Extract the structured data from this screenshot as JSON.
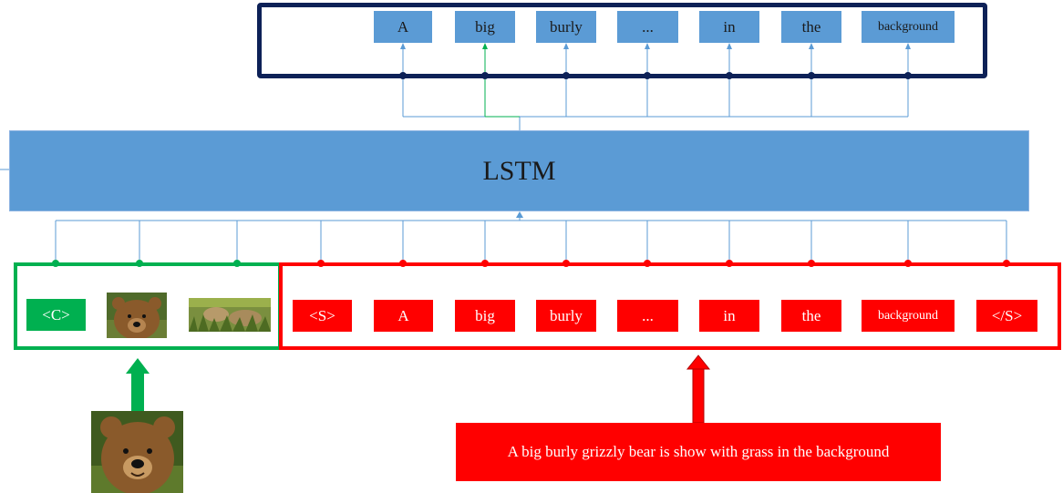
{
  "lstm_label": "LSTM",
  "output_tokens": [
    "A",
    "big",
    "burly",
    "...",
    "in",
    "the",
    "background"
  ],
  "context": {
    "token": "<C>"
  },
  "input_tokens": [
    "<S>",
    "A",
    "big",
    "burly",
    "...",
    "in",
    "the",
    "background",
    "</S>"
  ],
  "caption": "A big burly grizzly bear is show with grass in the background",
  "colors": {
    "output_box": "#5b9bd5",
    "output_frame": "#0d2157",
    "lstm": "#5b9bd5",
    "input_red": "#ff0000",
    "context_green": "#00b050",
    "connector_blue": "#5b9bd5",
    "highlight_green": "#00b050"
  },
  "icons": [
    "bear-photo",
    "grass-photo",
    "bear-crop-photo",
    "green-up-arrow",
    "red-up-arrow"
  ]
}
